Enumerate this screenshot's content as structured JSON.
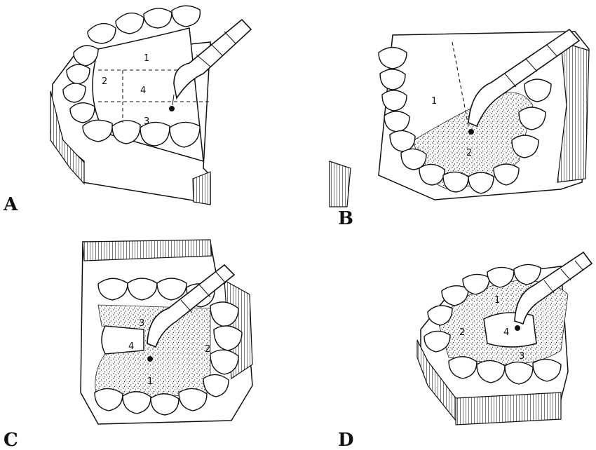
{
  "panels": [
    {
      "letter": "A",
      "zones": [
        "1",
        "2",
        "4",
        "3"
      ]
    },
    {
      "letter": "B",
      "zones": [
        "1",
        "2"
      ]
    },
    {
      "letter": "C",
      "zones": [
        "4",
        "3",
        "1",
        "2"
      ]
    },
    {
      "letter": "D",
      "zones": [
        "1",
        "2",
        "4",
        "3"
      ]
    }
  ]
}
